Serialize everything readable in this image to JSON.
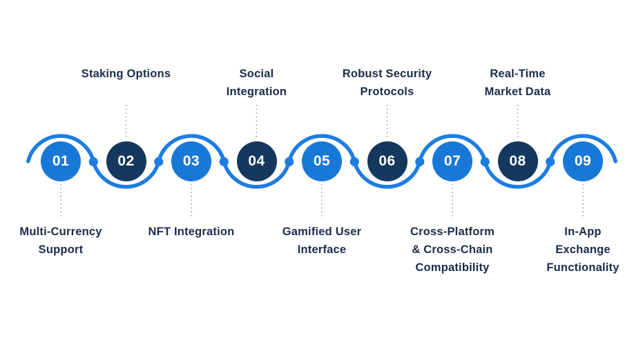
{
  "theme": {
    "light_circle_color": "#1878d8",
    "dark_circle_color": "#15385e",
    "wave_color": "#1d7de0",
    "connector_color": "#a0a6ad",
    "label_color": "#1b2b4b",
    "number_color": "#ffffff",
    "background_color": "#ffffff"
  },
  "timeline": {
    "items": [
      {
        "number": "01",
        "label": "Multi-Currency\nSupport",
        "label_position": "below",
        "circle_style": "light"
      },
      {
        "number": "02",
        "label": "Staking Options",
        "label_position": "above",
        "circle_style": "dark"
      },
      {
        "number": "03",
        "label": "NFT Integration",
        "label_position": "below",
        "circle_style": "light"
      },
      {
        "number": "04",
        "label": "Social\nIntegration",
        "label_position": "above",
        "circle_style": "dark"
      },
      {
        "number": "05",
        "label": "Gamified User\nInterface",
        "label_position": "below",
        "circle_style": "light"
      },
      {
        "number": "06",
        "label": "Robust Security\nProtocols",
        "label_position": "above",
        "circle_style": "dark"
      },
      {
        "number": "07",
        "label": "Cross-Platform\n& Cross-Chain\nCompatibility",
        "label_position": "below",
        "circle_style": "light"
      },
      {
        "number": "08",
        "label": "Real-Time\nMarket Data",
        "label_position": "above",
        "circle_style": "dark"
      },
      {
        "number": "09",
        "label": "In-App\nExchange\nFunctionality",
        "label_position": "below",
        "circle_style": "light"
      }
    ]
  }
}
